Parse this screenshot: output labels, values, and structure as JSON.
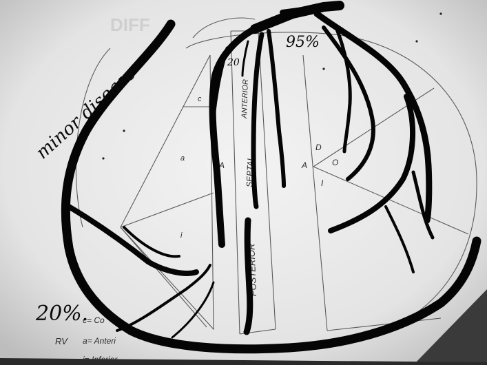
{
  "faded_header": "DIFF",
  "segment_labels": {
    "c": "c",
    "a": "a",
    "i": "i",
    "A_left": "A",
    "A_right": "A",
    "D": "D",
    "O": "O",
    "I": "I",
    "septal": "SEPTAL",
    "anterior": "ANTERIOR",
    "posterior": "POSTERIOR"
  },
  "legend": {
    "rv": "RV",
    "c_line": "c= Co",
    "a_line": "a= Anteri",
    "i_line": "i= Inferior"
  },
  "annotations": {
    "minor_disease": "minor disease",
    "pct_95": "95%",
    "pct_20_small": "20",
    "pct_20_large": "20%."
  }
}
